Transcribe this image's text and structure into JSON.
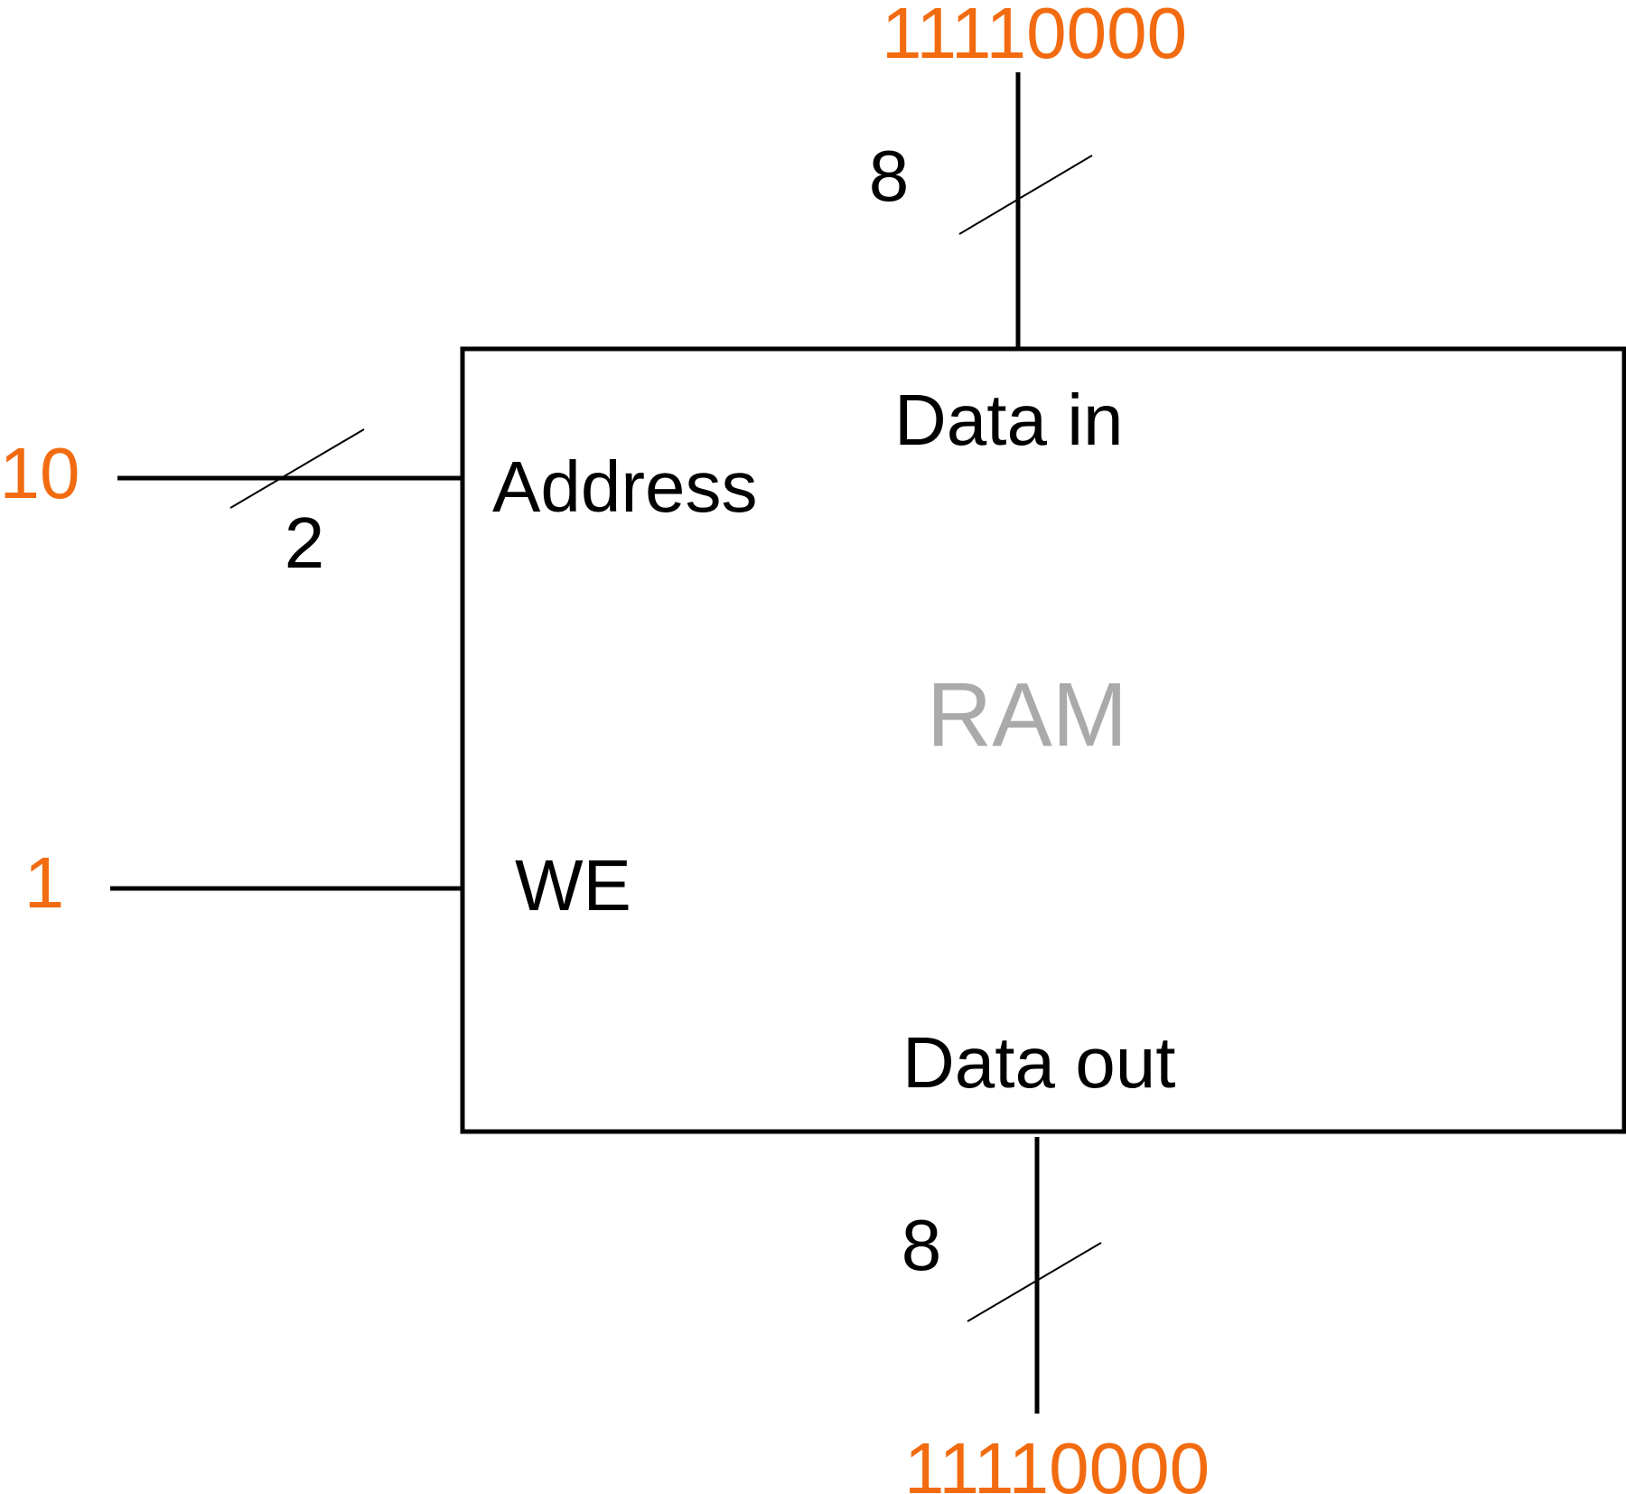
{
  "block": {
    "title": "RAM",
    "title_color": "#aaaaaa",
    "border_color": "#000000"
  },
  "ports": {
    "data_in": {
      "label": "Data in",
      "width": "8",
      "value": "11110000"
    },
    "address": {
      "label": "Address",
      "width": "2",
      "value": "10"
    },
    "we": {
      "label": "WE",
      "value": "1"
    },
    "data_out": {
      "label": "Data out",
      "width": "8",
      "value": "11110000"
    }
  },
  "colors": {
    "signal_value": "#f26b10",
    "text": "#000000"
  }
}
